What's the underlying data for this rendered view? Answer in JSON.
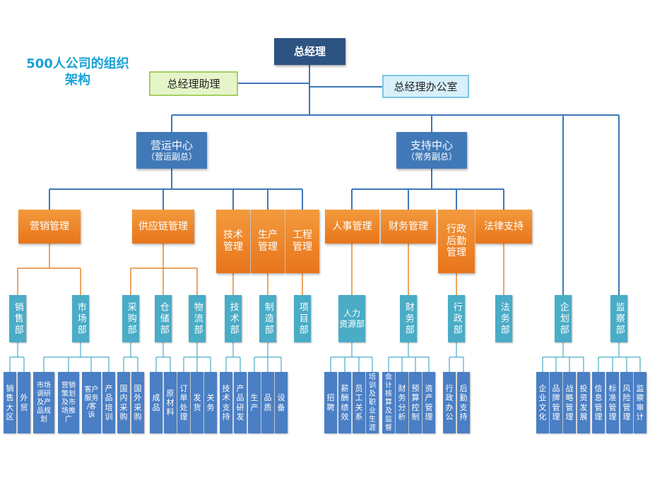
{
  "title": "500人公司的组织\n架构",
  "colors": {
    "blue_line": "#3d78b8",
    "orange_line": "#e8862d",
    "teal_line": "#4aacc6"
  },
  "top": {
    "general_manager": "总经理",
    "assistant": "总经理助理",
    "office": "总经理办公室"
  },
  "centers": {
    "operations": {
      "label": "营运中心",
      "sub": "（营运副总）"
    },
    "support": {
      "label": "支持中心",
      "sub": "（常务副总）"
    }
  },
  "management": {
    "marketing": "营销管理",
    "supply_chain": "供应链管理",
    "technical": "技术\n管理",
    "production": "生产\n管理",
    "engineering": "工程\n管理",
    "hr": "人事管理",
    "finance": "财务管理",
    "admin": "行政\n后勤\n管理",
    "legal": "法律支持"
  },
  "departments": {
    "sales": "销售部",
    "market": "市场部",
    "purchasing": "采购部",
    "warehouse": "仓储部",
    "logistics": "物流部",
    "tech": "技术部",
    "manufacturing": "制造部",
    "project": "项目部",
    "hr": "人力\n资源部",
    "finance": "财务部",
    "admin": "行政部",
    "legal": "法务部",
    "planning": "企划部",
    "audit": "监察部"
  },
  "leaves": {
    "sales_area": "销\n售\n大\n区",
    "foreign_trade": "外\n贸",
    "market_research": "市场\n调研\n及产\n品规\n划",
    "marketing_plan": "营销\n策划\n及市\n场推\n广",
    "customer_service": "客户\n服务\n/客\n诉",
    "product_training": "产\n品\n培\n训",
    "domestic_purchase": "国\n内\n采\n购",
    "foreign_purchase": "国\n外\n采\n购",
    "finished_goods": "成\n品",
    "raw_material": "原\n材\n料",
    "order_processing": "订\n单\n处\n理",
    "shipping": "发\n货",
    "customs": "关\n务",
    "tech_support": "技\n术\n支\n持",
    "product_rd": "产\n品\n研\n发",
    "production": "生\n产",
    "quality": "品\n质",
    "equipment": "设\n备",
    "recruitment": "招\n聘",
    "compensation": "薪\n酬\n绩\n效",
    "employee_relations": "员\n工\n关\n系",
    "training_career": "培\n训\n及\n职\n业\n生\n涯",
    "accounting": "会\n计\n核\n算\n及\n监\n督",
    "financial_analysis": "财\n务\n分\n析",
    "budget_control": "预\n算\n控\n制",
    "asset_management": "资\n产\n管\n理",
    "admin_office": "行\n政\n办\n公",
    "logistics_support": "后\n勤\n支\n持",
    "corporate_culture": "企\n业\n文\n化",
    "brand_management": "品\n牌\n管\n理",
    "strategy_management": "战\n略\n管\n理",
    "investment_development": "投\n资\n发\n展",
    "information_management": "信\n息\n管\n理",
    "standard_management": "标\n准\n管\n理",
    "risk_management": "风\n险\n管\n理",
    "audit_inspection": "监\n察\n审\n计"
  }
}
